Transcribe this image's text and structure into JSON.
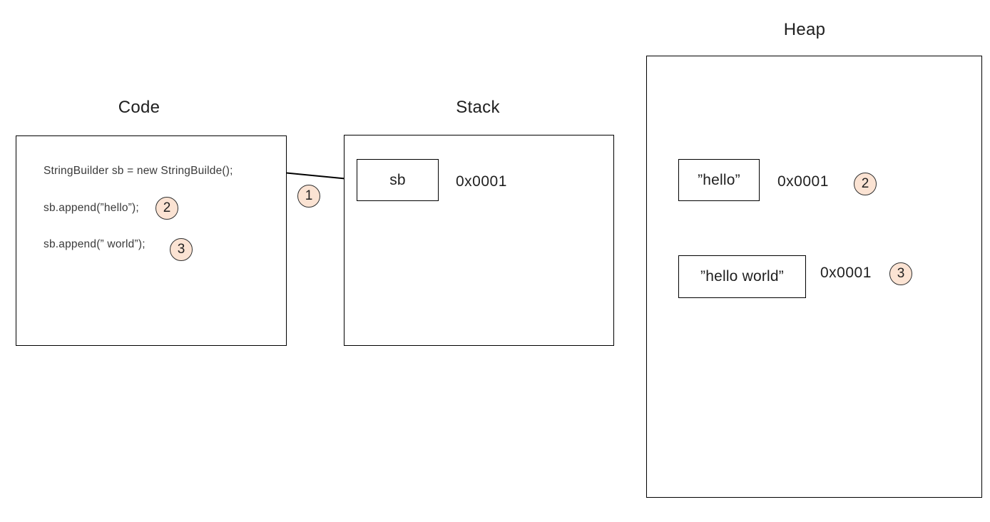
{
  "colors": {
    "badge_fill": "#fbe3d3",
    "badge_border": "#2f2f2f",
    "stroke": "#000000"
  },
  "code": {
    "title": "Code",
    "lines": [
      "StringBuilder sb = new StringBuilde();",
      "sb.append(”hello”);",
      "sb.append(” world”);"
    ]
  },
  "stack": {
    "title": "Stack",
    "variable": {
      "name": "sb",
      "address": "0x0001"
    }
  },
  "heap": {
    "title": "Heap",
    "objects": [
      {
        "value": "”hello”",
        "address": "0x0001",
        "badge": "2"
      },
      {
        "value": "”hello world”",
        "address": "0x0001",
        "badge": "3"
      }
    ]
  },
  "badges": {
    "step1": "1",
    "step2": "2",
    "step3": "3"
  }
}
